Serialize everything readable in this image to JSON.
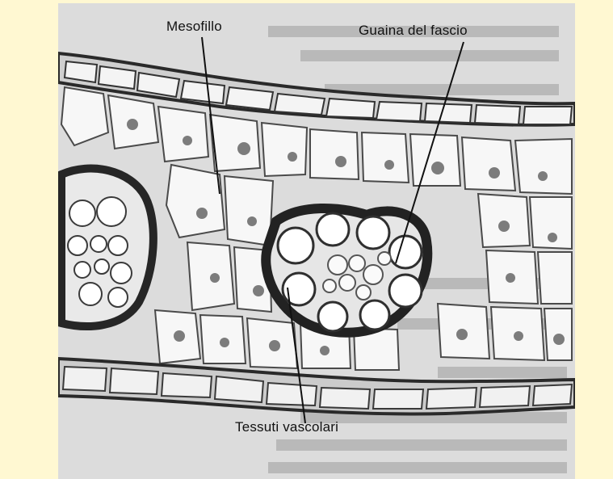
{
  "figure": {
    "labels": {
      "mesophyll": "Mesofillo",
      "bundle_sheath": "Guaina del fascio",
      "vascular_tissue": "Tessuti vascolari"
    },
    "colors": {
      "frame": "#fff8d2",
      "photo_background": "#dcdcdc",
      "cell_wall": "#2a2a2a",
      "cell_interior": "#f7f7f7",
      "stain_dark": "#3a3a3a",
      "stain_mid": "#8a8a8a"
    }
  }
}
